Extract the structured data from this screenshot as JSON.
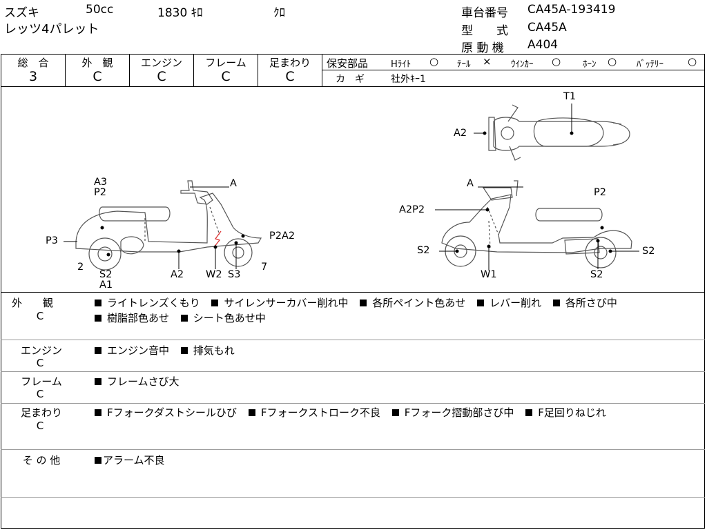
{
  "header": {
    "maker": "スズキ",
    "cc": "50cc",
    "mileage": "1830 ｷﾛ",
    "color": "ｸﾛ",
    "model_name": "レッツ4パレット",
    "frame_label": "車台番号",
    "frame_no": "CA45A-193419",
    "type_label": "型　　式",
    "type_value": "CA45A",
    "engine_label": "原 動 機",
    "engine_value": "A404"
  },
  "grades": [
    {
      "label": "総　合",
      "value": "3"
    },
    {
      "label": "外　観",
      "value": "C"
    },
    {
      "label": "エンジン",
      "value": "C"
    },
    {
      "label": "フレーム",
      "value": "C"
    },
    {
      "label": "足まわり",
      "value": "C"
    }
  ],
  "safety": {
    "label": "保安部品",
    "items": [
      {
        "name": "Hﾗｲﾄ",
        "mark": "○"
      },
      {
        "name": "ﾃｰﾙ",
        "mark": "×"
      },
      {
        "name": "ｳｲﾝｶｰ",
        "mark": "○"
      },
      {
        "name": "ﾎｰﾝ",
        "mark": "○"
      },
      {
        "name": "ﾊﾞｯﾃﾘｰ",
        "mark": "○"
      }
    ],
    "key_label": "カ　ギ",
    "key_value": "社外ｷｰ1"
  },
  "diagram": {
    "top": {
      "t1": "T1",
      "a2": "A2"
    },
    "left": {
      "a3": "A3",
      "p2": "P2",
      "a": "A",
      "p3": "P3",
      "p2a2": "P2A2",
      "n2": "2",
      "s2": "S2",
      "a1": "A1",
      "a2": "A2",
      "w2": "W2",
      "s3": "S3",
      "n7": "7"
    },
    "right": {
      "a": "A",
      "p2": "P2",
      "a2p2": "A2P2",
      "s2a": "S2",
      "s2b": "S2",
      "s2c": "S2",
      "w1": "W1"
    }
  },
  "sections": [
    {
      "label": "外　　観",
      "grade": "C",
      "lines": [
        [
          "ライトレンズくもり",
          "サイレンサーカバー削れ中",
          "各所ペイント色あせ",
          "レバー削れ",
          "各所さび中"
        ],
        [
          "樹脂部色あせ",
          "シート色あせ中"
        ]
      ]
    },
    {
      "label": "エンジン",
      "grade": "C",
      "lines": [
        [
          "エンジン音中",
          "排気もれ"
        ]
      ]
    },
    {
      "label": "フレーム",
      "grade": "C",
      "lines": [
        [
          "フレームさび大"
        ]
      ]
    },
    {
      "label": "足まわり",
      "grade": "C",
      "lines": [
        [
          "Fフォークダストシールひび",
          "Fフォークストローク不良",
          "Fフォーク摺動部さび中",
          "F足回りねじれ"
        ]
      ]
    },
    {
      "label": "そ の 他",
      "grade": "",
      "lines": [
        [
          "アラーム不良"
        ]
      ]
    }
  ]
}
